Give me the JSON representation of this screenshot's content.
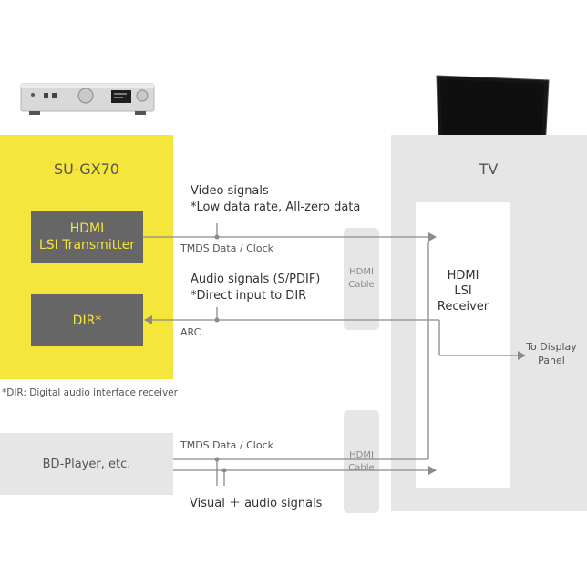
{
  "device": {
    "name": "SU-GX70"
  },
  "tv": {
    "title": "TV",
    "receiver": "HDMI\nLSI\nReceiver"
  },
  "transmitter": {
    "label": "HDMI\nLSI Transmitter"
  },
  "dir": {
    "label": "DIR*",
    "footnote": "*DIR: Digital audio interface receiver"
  },
  "bdplayer": {
    "label": "BD-Player, etc."
  },
  "labels": {
    "video_signals": "Video signals",
    "video_note": "*Low data rate, All-zero data",
    "tmds_top": "TMDS Data / Clock",
    "audio_signals": "Audio signals (S/PDIF)",
    "audio_note": "*Direct input to DIR",
    "arc": "ARC",
    "tmds_bottom": "TMDS Data / Clock",
    "visual_audio": "Visual ＋ audio signals",
    "to_display": "To Display\nPanel"
  },
  "cables": {
    "top": "HDMI\nCable",
    "bottom": "HDMI\nCable"
  },
  "colors": {
    "yellow": "#f5e63c",
    "dark_gray": "#666666",
    "panel_gray": "#e6e6e6",
    "line_gray": "#8a8a8a"
  }
}
